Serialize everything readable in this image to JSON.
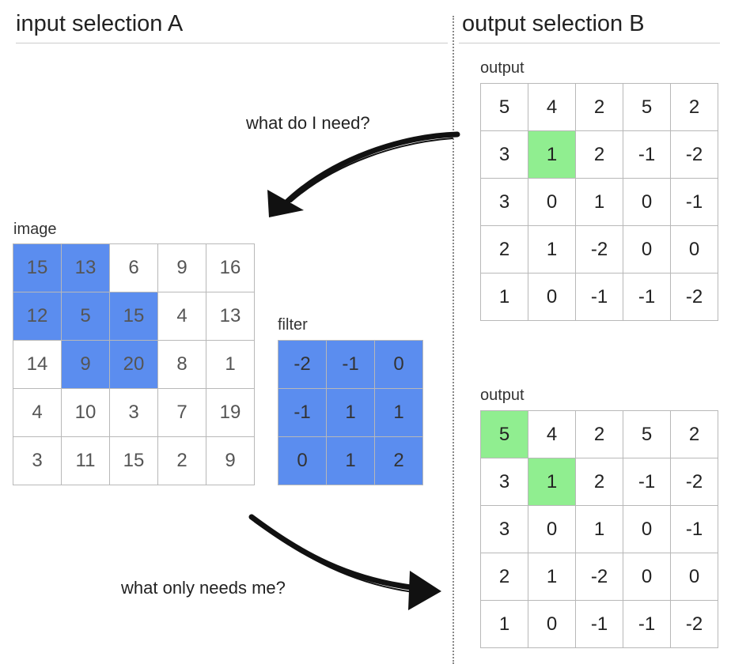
{
  "headings": {
    "left": "input selection A",
    "right": "output selection B"
  },
  "annotations": {
    "top_question": "what do I need?",
    "bottom_question": "what only needs me?"
  },
  "image": {
    "label": "image",
    "cells": [
      [
        "15",
        "13",
        "6",
        "9",
        "16"
      ],
      [
        "12",
        "5",
        "15",
        "4",
        "13"
      ],
      [
        "14",
        "9",
        "20",
        "8",
        "1"
      ],
      [
        "4",
        "10",
        "3",
        "7",
        "19"
      ],
      [
        "3",
        "11",
        "15",
        "2",
        "9"
      ]
    ],
    "highlighted": [
      [
        0,
        0
      ],
      [
        0,
        1
      ],
      [
        1,
        0
      ],
      [
        1,
        1
      ],
      [
        1,
        2
      ],
      [
        2,
        1
      ],
      [
        2,
        2
      ]
    ],
    "highlight_color": "#5b8def"
  },
  "filter": {
    "label": "filter",
    "cells": [
      [
        "-2",
        "-1",
        "0"
      ],
      [
        "-1",
        "1",
        "1"
      ],
      [
        "0",
        "1",
        "2"
      ]
    ],
    "fill_color": "#5b8def"
  },
  "output_top": {
    "label": "output",
    "cells": [
      [
        "5",
        "4",
        "2",
        "5",
        "2"
      ],
      [
        "3",
        "1",
        "2",
        "-1",
        "-2"
      ],
      [
        "3",
        "0",
        "1",
        "0",
        "-1"
      ],
      [
        "2",
        "1",
        "-2",
        "0",
        "0"
      ],
      [
        "1",
        "0",
        "-1",
        "-1",
        "-2"
      ]
    ],
    "highlighted": [
      [
        1,
        1
      ]
    ],
    "highlight_color": "#90ee90"
  },
  "output_bottom": {
    "label": "output",
    "cells": [
      [
        "5",
        "4",
        "2",
        "5",
        "2"
      ],
      [
        "3",
        "1",
        "2",
        "-1",
        "-2"
      ],
      [
        "3",
        "0",
        "1",
        "0",
        "-1"
      ],
      [
        "2",
        "1",
        "-2",
        "0",
        "0"
      ],
      [
        "1",
        "0",
        "-1",
        "-1",
        "-2"
      ]
    ],
    "highlighted": [
      [
        0,
        0
      ],
      [
        1,
        1
      ]
    ],
    "highlight_color": "#90ee90"
  }
}
